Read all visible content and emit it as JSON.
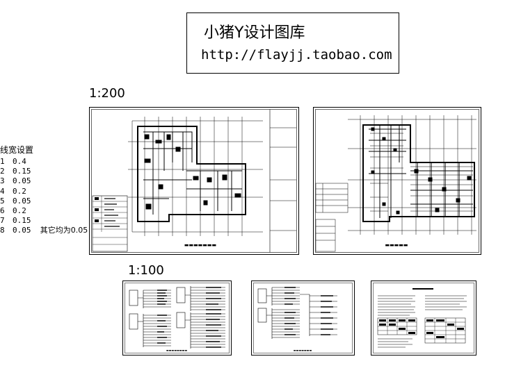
{
  "stamp": {
    "title": "小猪Y设计图库",
    "url": "http://flayjj.taobao.com"
  },
  "scales": {
    "large": "1:200",
    "small": "1:100"
  },
  "line_width": {
    "title": "线宽设置",
    "rows": [
      {
        "no": "1",
        "value": "0.4",
        "note": ""
      },
      {
        "no": "2",
        "value": "0.15",
        "note": ""
      },
      {
        "no": "3",
        "value": "0.05",
        "note": ""
      },
      {
        "no": "4",
        "value": "0.2",
        "note": ""
      },
      {
        "no": "5",
        "value": "0.05",
        "note": ""
      },
      {
        "no": "6",
        "value": "0.2",
        "note": ""
      },
      {
        "no": "7",
        "value": "0.15",
        "note": ""
      },
      {
        "no": "8",
        "value": "0.05",
        "note": "其它均为0.05"
      }
    ]
  },
  "colors": {
    "line": "#000000",
    "background": "#ffffff"
  }
}
